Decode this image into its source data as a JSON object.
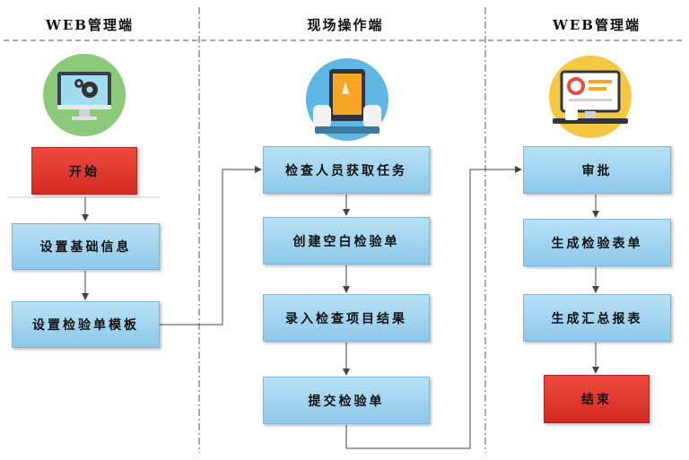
{
  "columns": [
    {
      "title": "WEB管理端"
    },
    {
      "title": "现场操作端"
    },
    {
      "title": "WEB管理端"
    }
  ],
  "steps": {
    "start": "开始",
    "setup_basic": "设置基础信息",
    "setup_template": "设置检验单模板",
    "get_task": "检查人员获取任务",
    "create_blank": "创建空白检验单",
    "enter_results": "录入检查项目结果",
    "submit": "提交检验单",
    "approve": "审批",
    "gen_form": "生成检验表单",
    "gen_report": "生成汇总报表",
    "end": "结束"
  },
  "icons": {
    "left": "monitor-gears-icon",
    "middle": "tablet-touch-icon",
    "right": "dashboard-monitor-icon"
  },
  "colors": {
    "box_blue": "#a6d5ef",
    "box_red": "#e23a31",
    "circle_green": "#8cc97a",
    "circle_blue": "#5fb7e6",
    "circle_yellow": "#f5c842"
  }
}
